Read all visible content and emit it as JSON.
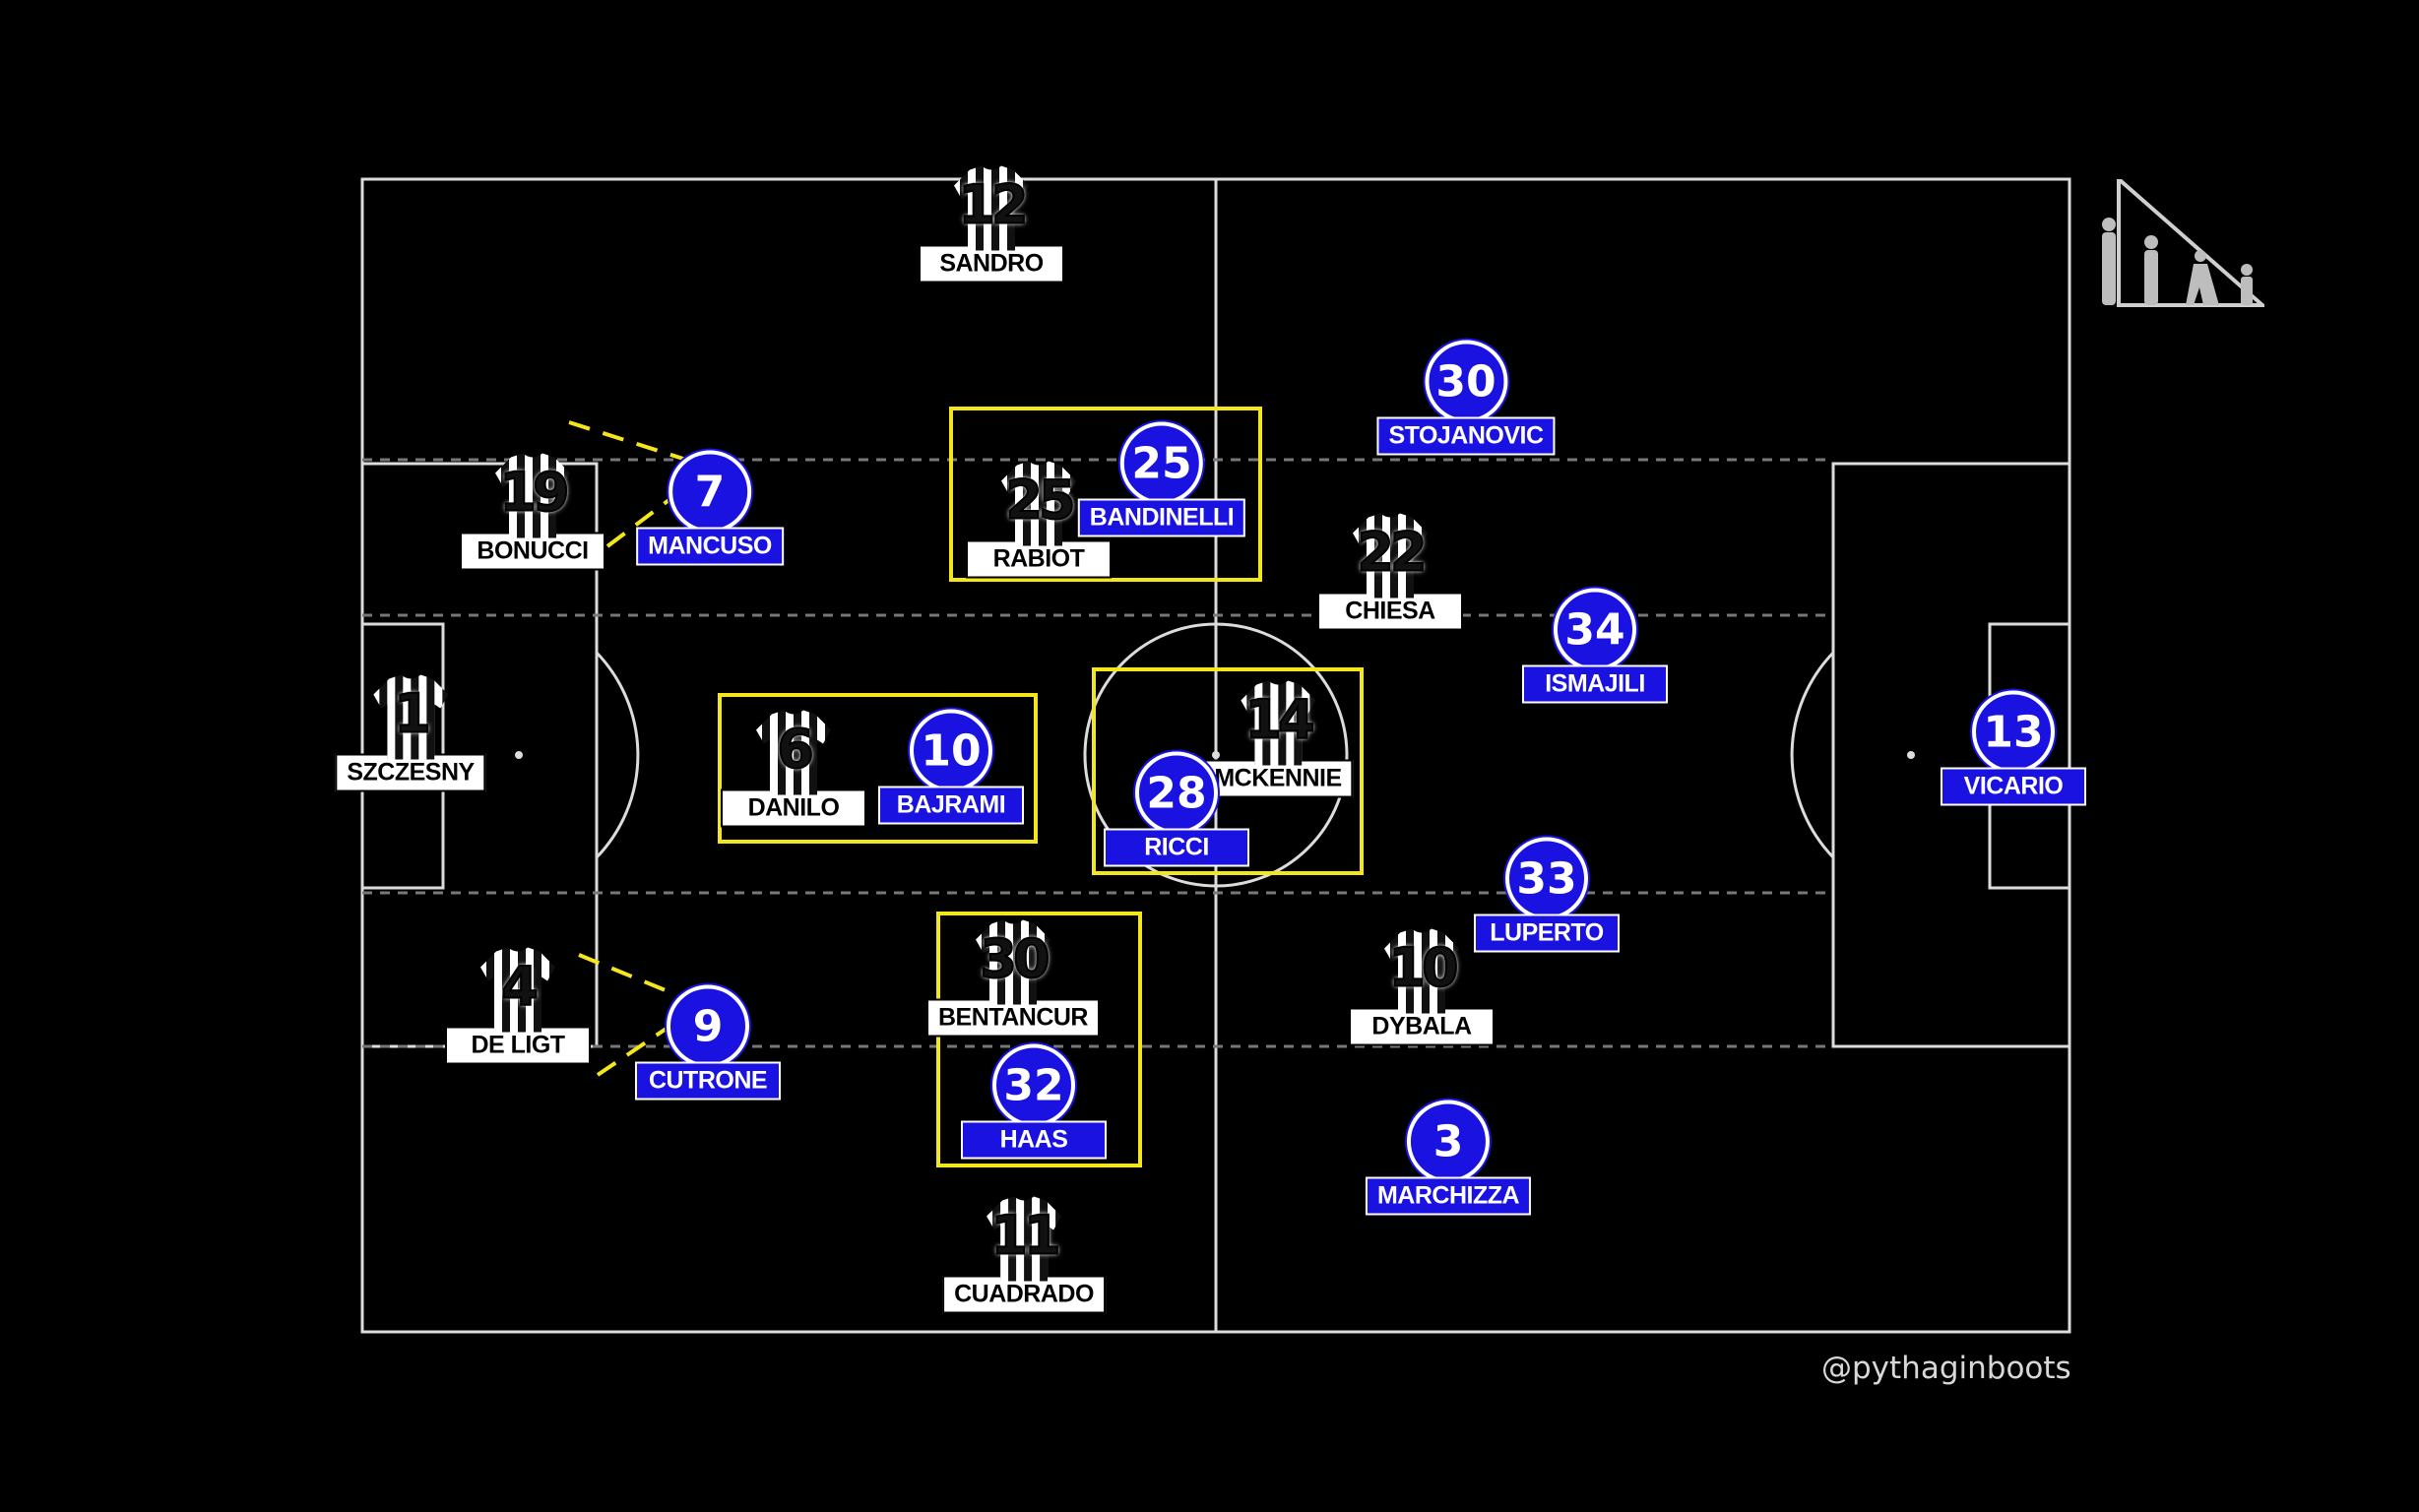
{
  "credit": "@pythaginboots",
  "colors": {
    "background": "#000000",
    "lines": "#ffffff",
    "juve_tag": "#ffffff",
    "opponent": "#1a12e0",
    "highlight": "#f5e61c",
    "channel_lines": "#888888"
  },
  "juventus": [
    {
      "id": "sandro",
      "number": "12",
      "name": "SANDRO"
    },
    {
      "id": "bonucci",
      "number": "19",
      "name": "BONUCCI"
    },
    {
      "id": "rabiot",
      "number": "25",
      "name": "RABIOT"
    },
    {
      "id": "chiesa",
      "number": "22",
      "name": "CHIESA"
    },
    {
      "id": "szczesny",
      "number": "1",
      "name": "SZCZESNY"
    },
    {
      "id": "danilo",
      "number": "6",
      "name": "DANILO"
    },
    {
      "id": "mckennie",
      "number": "14",
      "name": "MCKENNIE"
    },
    {
      "id": "bentancur",
      "number": "30",
      "name": "BENTANCUR"
    },
    {
      "id": "de-ligt",
      "number": "4",
      "name": "DE LIGT"
    },
    {
      "id": "dybala",
      "number": "10",
      "name": "DYBALA"
    },
    {
      "id": "cuadrado",
      "number": "11",
      "name": "CUADRADO"
    }
  ],
  "opponents": [
    {
      "id": "stojanovic",
      "number": "30",
      "name": "STOJANOVIC"
    },
    {
      "id": "mancuso",
      "number": "7",
      "name": "MANCUSO"
    },
    {
      "id": "bandinelli",
      "number": "25",
      "name": "BANDINELLI"
    },
    {
      "id": "ismajili",
      "number": "34",
      "name": "ISMAJILI"
    },
    {
      "id": "bajrami",
      "number": "10",
      "name": "BAJRAMI"
    },
    {
      "id": "ricci",
      "number": "28",
      "name": "RICCI"
    },
    {
      "id": "vicario",
      "number": "13",
      "name": "VICARIO"
    },
    {
      "id": "luperto",
      "number": "33",
      "name": "LUPERTO"
    },
    {
      "id": "cutrone",
      "number": "9",
      "name": "CUTRONE"
    },
    {
      "id": "haas",
      "number": "32",
      "name": "HAAS"
    },
    {
      "id": "marchizza",
      "number": "3",
      "name": "MARCHIZZA"
    }
  ]
}
